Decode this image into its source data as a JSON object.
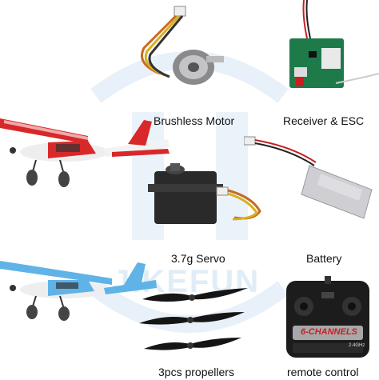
{
  "watermark": "JIKEFUN",
  "labels": {
    "motor": "Brushless Motor",
    "receiver": "Receiver & ESC",
    "servo": "3.7g Servo",
    "battery": "Battery",
    "propellers": "3pcs propellers",
    "remote": "remote control"
  },
  "remote_text": {
    "channels": "6-CHANNELS",
    "band": "2.4GHz"
  },
  "colors": {
    "plane_red": "#d8282a",
    "plane_blue": "#5fb3e6",
    "watermark": "#bcd8ee",
    "battery_silver": "#cfcfd3",
    "black": "#151515"
  }
}
